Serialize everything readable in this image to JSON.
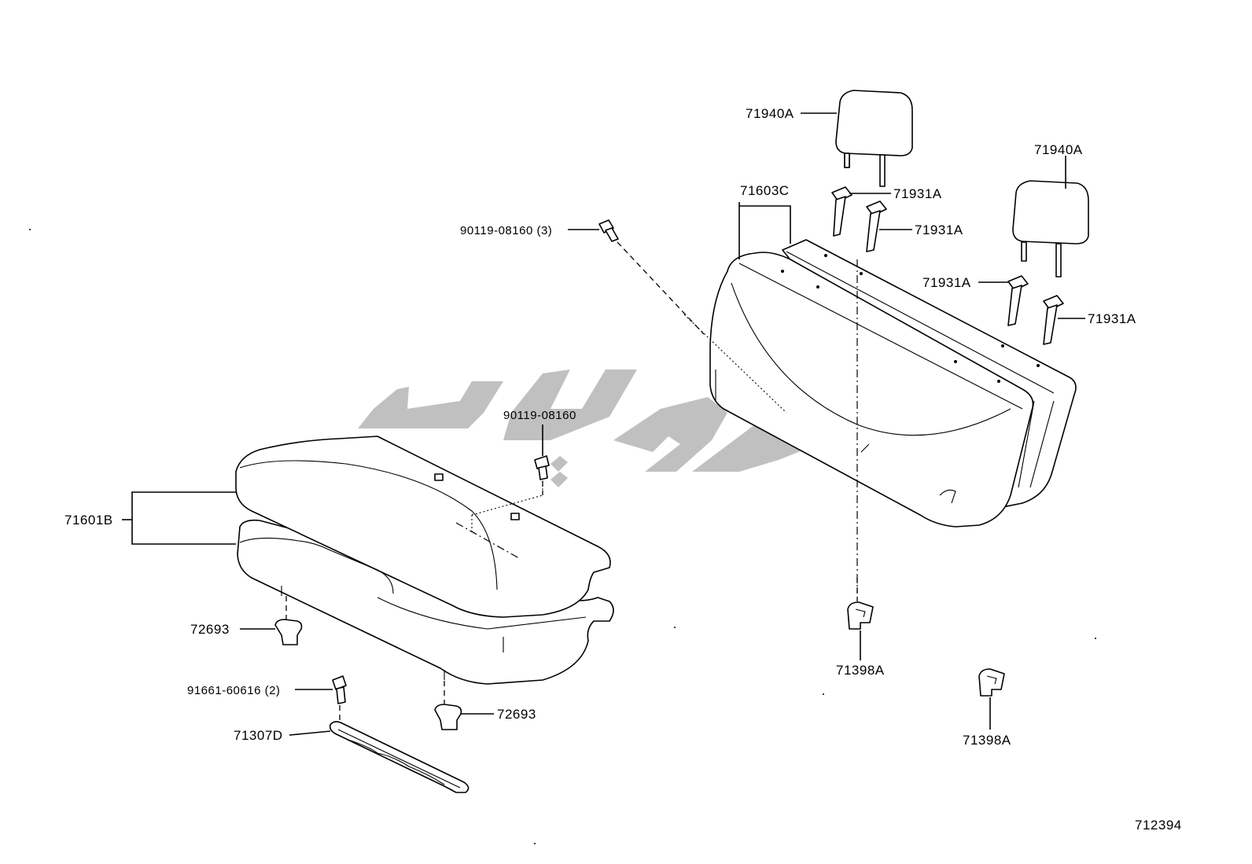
{
  "diagram": {
    "drawing_number": "712394",
    "parts": {
      "headrest_left": "71940A",
      "headrest_right": "71940A",
      "seatback": "71603C",
      "support_1": "71931A",
      "support_2": "71931A",
      "support_3": "71931A",
      "support_4": "71931A",
      "bolt_back": "90119-08160 (3)",
      "bolt_cushion": "90119-08160",
      "cushion": "71601B",
      "clip_left": "72693",
      "clip_bottom": "72693",
      "bolt_lower": "91661-60616 (2)",
      "bracket": "71307D",
      "hook_1": "71398A",
      "hook_2": "71398A"
    },
    "colors": {
      "line": "#000000",
      "watermark": "#b5b5b5"
    }
  }
}
